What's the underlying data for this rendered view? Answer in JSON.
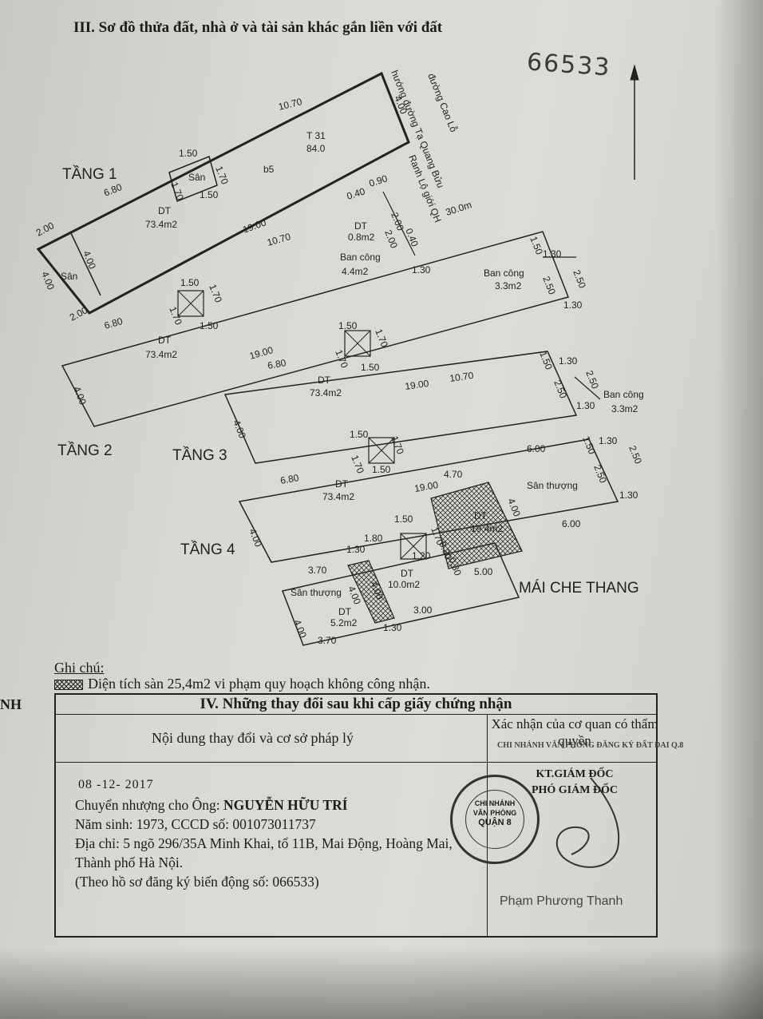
{
  "header": {
    "title": "III. Sơ đồ thửa đất, nhà ở và tài sản khác gắn liền với đất",
    "handwritten_number": "66533"
  },
  "plan": {
    "floor1": {
      "label": "TẦNG 1",
      "area": "DT",
      "area_value": "73.4m2",
      "yard": "Sân",
      "yard_small": "Sân",
      "parcel_top": "T 31",
      "parcel_bottom": "84.0",
      "code": "b5",
      "small_area": "DT",
      "small_area_value": "0.8m2",
      "balcony": "Ban công",
      "balcony_value": "4.4m2",
      "road_1": "đường Cao Lỗ",
      "road_2": "hướng đường Tạ Quang Bửu",
      "road_3": "Ranh Lộ giới QH",
      "road_width": "30.0m",
      "dims": [
        "10.70",
        "4.00",
        "1.50",
        "1.70",
        "1.70",
        "1.50",
        "6.80",
        "2.00",
        "4.00",
        "4.00",
        "2.00",
        "19.00",
        "0.40",
        "0.90",
        "2.00",
        "0.40",
        "2.00",
        "1.30",
        "10.70"
      ]
    },
    "floor2": {
      "label": "TẦNG 2",
      "area": "DT",
      "area_value": "73.4m2",
      "balcony": "Ban công",
      "balcony_value": "3.3m2",
      "dims": [
        "1.50",
        "1.70",
        "1.70",
        "1.50",
        "6.80",
        "19.00",
        "4.00",
        "1.50",
        "1.30",
        "2.50",
        "2.50",
        "1.30"
      ]
    },
    "floor3": {
      "label": "TẦNG 3",
      "area": "DT",
      "area_value": "73.4m2",
      "balcony": "Ban công",
      "balcony_value": "3.3m2",
      "dims": [
        "1.50",
        "1.70",
        "1.70",
        "1.50",
        "6.80",
        "19.00",
        "10.70",
        "4.00",
        "1.50",
        "1.30",
        "2.50",
        "2.50",
        "1.30"
      ]
    },
    "floor4": {
      "label": "TẦNG 4",
      "area": "DT",
      "area_value": "73.4m2",
      "terrace": "Sân thượng",
      "hatched_area": "DT",
      "hatched_value": "19.4m2",
      "dims": [
        "1.50",
        "1.70",
        "1.70",
        "1.50",
        "6.80",
        "19.00",
        "6.00",
        "4.70",
        "4.00",
        "6.00",
        "4.00",
        "1.50",
        "1.30",
        "2.50",
        "2.50",
        "1.30"
      ]
    },
    "roof": {
      "label": "MÁI CHE THANG",
      "terrace": "Sân thượng",
      "area_a": "DT",
      "area_a_value": "10.0m2",
      "area_b": "DT",
      "area_b_value": "5.2m2",
      "dims": [
        "3.70",
        "1.30",
        "1.80",
        "1.50",
        "1.70",
        "1.20",
        "0.30",
        "0.30",
        "4.00",
        "4.00",
        "5.00",
        "3.00",
        "1.30",
        "4.00",
        "3.70"
      ]
    }
  },
  "notes": {
    "title": "Ghi chú:",
    "line": "Diện tích sàn 25,4m2 vi phạm quy hoạch không công nhận.",
    "side_fragment": "NH"
  },
  "changes": {
    "header": "IV. Những thay đổi sau khi cấp giấy chứng nhận",
    "col_left": "Nội dung thay đổi và cơ sở pháp lý",
    "col_right": "Xác nhận của cơ quan có thẩm quyền",
    "stamp_small": "CHI NHÁNH VĂN PHÒNG ĐĂNG KÝ ĐẤT ĐAI Q.8",
    "right_line1": "KT.GIÁM ĐỐC",
    "right_line2": "PHÓ GIÁM ĐỐC",
    "stamp_text1": "CHI NHÁNH",
    "stamp_text2": "VĂN PHÒNG",
    "stamp_text3": "QUẬN 8",
    "signer": "Phạm Phương Thanh",
    "date": "08 -12- 2017",
    "line1_prefix": "Chuyển nhượng cho Ông: ",
    "line1_name": "NGUYỄN HỮU TRÍ",
    "line2": "Năm sinh: 1973,      CCCD số: 001073011737",
    "line3": "Địa chỉ: 5 ngõ 296/35A Minh Khai, tổ 11B, Mai Động, Hoàng Mai,",
    "line4": "Thành phố Hà Nội.",
    "line5": "(Theo hồ sơ đăng ký biến động số: 066533)"
  }
}
